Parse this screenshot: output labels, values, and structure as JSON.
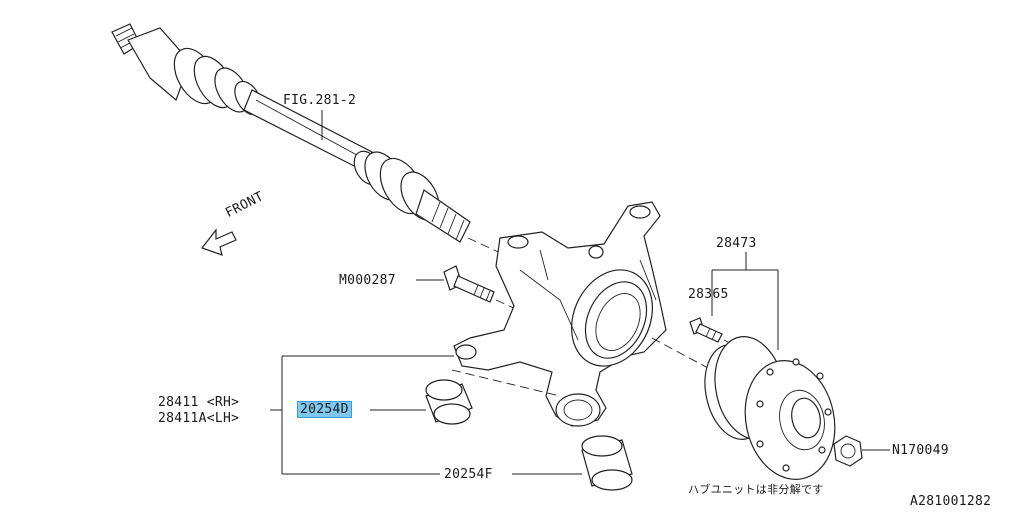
{
  "labels": {
    "fig_ref": "FIG.281-2",
    "front": "FRONT",
    "bolt": "M000287",
    "hub_assy": "28473",
    "hub_bolt": "28365",
    "knuckle_rh": "28411 <RH>",
    "knuckle_lh": "28411A<LH>",
    "bushing_selected": "20254D",
    "bushing_lower": "20254F",
    "nut": "N170049",
    "hub_note": "ハブユニットは非分解です",
    "diagram_code": "A281001282"
  },
  "colors": {
    "highlight": "#7fc8ee",
    "line": "#222222"
  }
}
